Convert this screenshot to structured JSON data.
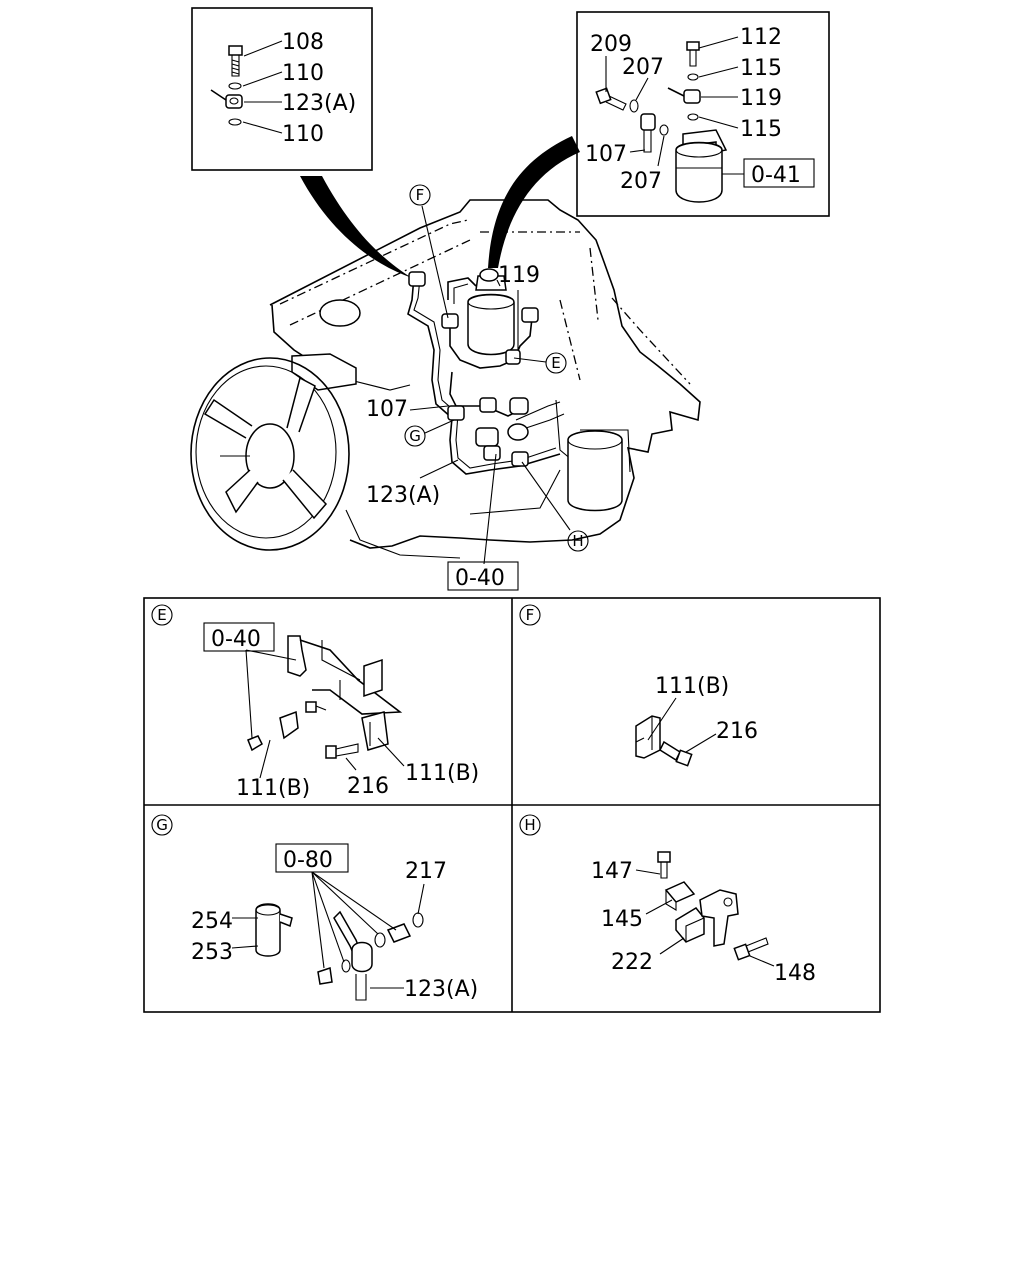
{
  "inset_top_left": {
    "labels": [
      "108",
      "110",
      "123(A)",
      "110"
    ]
  },
  "inset_top_right": {
    "labels": [
      "209",
      "207",
      "112",
      "115",
      "119",
      "115",
      "107",
      "207"
    ],
    "ref_box": "0-41"
  },
  "main_view": {
    "callouts": [
      "119",
      "107",
      "123(A)"
    ],
    "ref_box": "0-40",
    "section_markers": [
      "F",
      "E",
      "G",
      "H"
    ]
  },
  "panel_e": {
    "marker": "E",
    "ref_box": "0-40",
    "labels": [
      "111(B)",
      "216",
      "111(B)"
    ]
  },
  "panel_f": {
    "marker": "F",
    "labels": [
      "111(B)",
      "216"
    ]
  },
  "panel_g": {
    "marker": "G",
    "ref_box": "0-80",
    "labels": [
      "217",
      "254",
      "253",
      "123(A)"
    ]
  },
  "panel_h": {
    "marker": "H",
    "labels": [
      "147",
      "145",
      "222",
      "148"
    ]
  }
}
